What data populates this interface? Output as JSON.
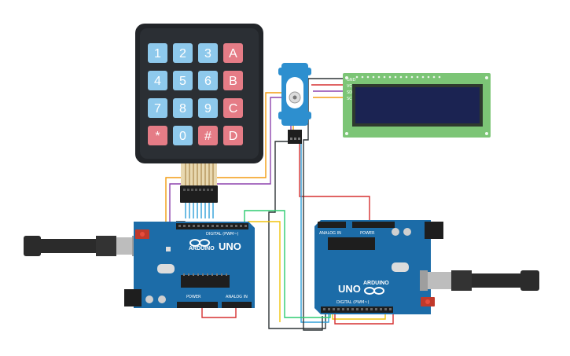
{
  "keypad": {
    "keys": [
      [
        "1",
        "2",
        "3",
        "A"
      ],
      [
        "4",
        "5",
        "6",
        "B"
      ],
      [
        "7",
        "8",
        "9",
        "C"
      ],
      [
        "*",
        "0",
        "#",
        "D"
      ]
    ]
  },
  "board_left": {
    "brand": "ARDUINO",
    "model": "UNO",
    "digital_label": "DIGITAL (PWM~)",
    "power_label": "POWER",
    "analog_label": "ANALOG IN"
  },
  "board_right": {
    "brand": "ARDUINO",
    "model": "UNO",
    "digital_label": "DIGITAL (PWM~)",
    "power_label": "POWER",
    "analog_label": "ANALOG IN"
  },
  "lcd": {
    "pin_labels": [
      "GND",
      "VCC",
      "SDA",
      "SCL"
    ]
  },
  "colors": {
    "board_blue": "#1c6ca8",
    "keypad_body": "#222529",
    "key_blue": "#8ec9ec",
    "key_red": "#e57c86",
    "lcd_pcb": "#7cc576",
    "lcd_screen": "#1b2352",
    "servo_blue": "#2d8fcf",
    "usb_grey": "#bdbdbd"
  }
}
